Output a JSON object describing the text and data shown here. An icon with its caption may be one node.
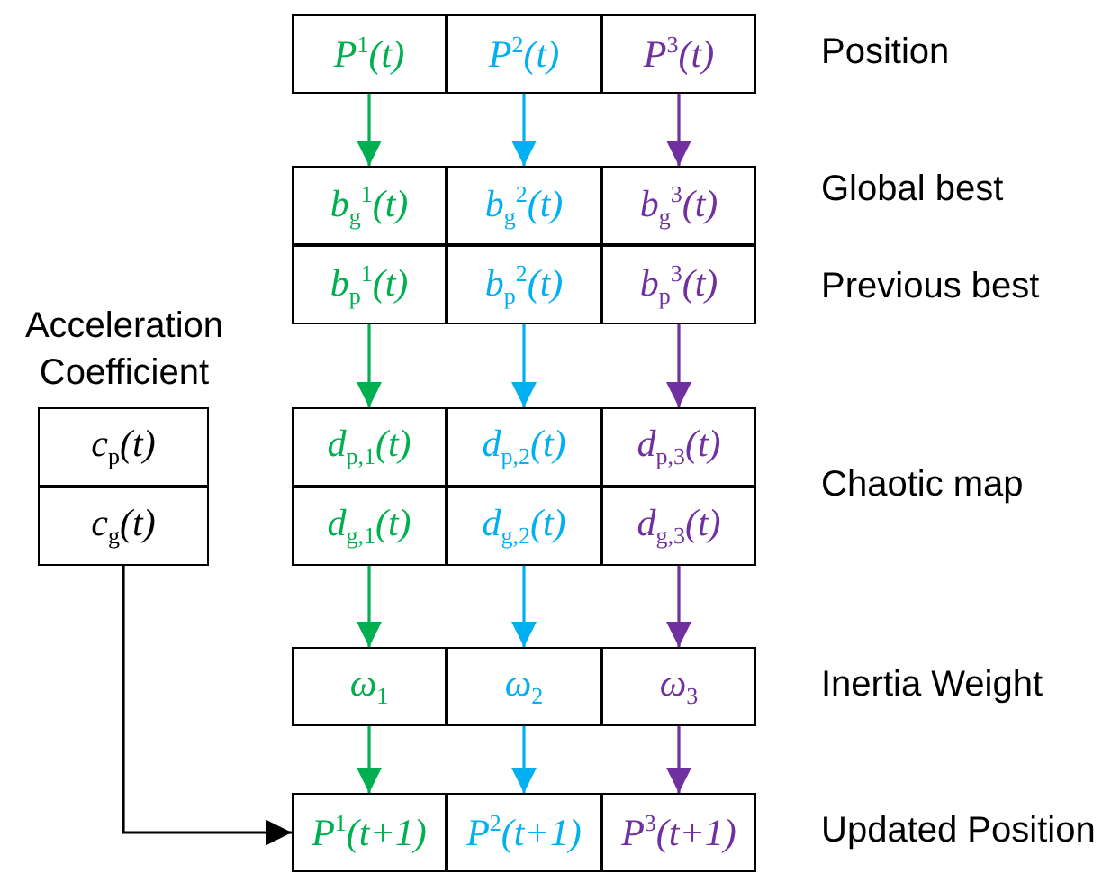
{
  "diagram": {
    "nodes": [
      {
        "text": [
          "P$^{1}$(t)"
        ]
      },
      {
        "text": [
          "P$^{2}$(t)"
        ]
      },
      {
        "text": [
          "P$^{3}$(t)"
        ]
      },
      {
        "text": [
          "b$_{g}$$^{1}$(t)"
        ]
      },
      {
        "text": [
          "b$_{g}$$^{2}$(t)"
        ]
      },
      {
        "text": [
          "b$_{g}$$^{3}$(t)"
        ]
      },
      {
        "text": [
          "b$_{p}$$^{1}$(t)"
        ]
      },
      {
        "text": [
          "b$_{p}$$^{2}$(t)"
        ]
      },
      {
        "text": [
          "b$_{p}$$^{3}$(t)"
        ]
      },
      {
        "text": [
          "c$_{p}$(t)"
        ]
      },
      {
        "text": [
          "c$_{g}$(t)"
        ]
      },
      {
        "text": [
          "d$_{p,1}$(t)"
        ]
      },
      {
        "text": [
          "d$_{p,2}$(t)"
        ]
      },
      {
        "text": [
          "d$_{p,3}$(t)"
        ]
      },
      {
        "text": [
          "d$_{g,1}$(t)"
        ]
      },
      {
        "text": [
          "d$_{g,2}$(t)"
        ]
      },
      {
        "text": [
          "d$_{g,3}$(t)"
        ]
      },
      {
        "text": [
          "ω$_{1}$"
        ]
      },
      {
        "text": [
          "ω$_{2}$"
        ]
      },
      {
        "text": [
          "ω$_{3}$"
        ]
      },
      {
        "text": [
          "P$^{1}$(t+1)"
        ]
      },
      {
        "text": [
          "P$^{2}$(t+1)"
        ]
      },
      {
        "text": [
          "P$^{3}$(t+1)"
        ]
      }
    ],
    "edges": [
      {
        "from": 0,
        "to": 3,
        "arrow": "to",
        "color": "#00b050"
      },
      {
        "from": 1,
        "to": 4,
        "arrow": "to",
        "color": "#00b0f0"
      },
      {
        "from": 2,
        "to": 5,
        "arrow": "to",
        "color": "#7030a0"
      },
      {
        "from": 6,
        "to": 11,
        "arrow": "to",
        "color": "#00b050"
      },
      {
        "from": 7,
        "to": 12,
        "arrow": "to",
        "color": "#00b0f0"
      },
      {
        "from": 8,
        "to": 13,
        "arrow": "to",
        "color": "#7030a0"
      },
      {
        "from": 14,
        "to": 17,
        "arrow": "to",
        "color": "#00b050"
      },
      {
        "from": 15,
        "to": 18,
        "arrow": "to",
        "color": "#00b0f0"
      },
      {
        "from": 16,
        "to": 19,
        "arrow": "to",
        "color": "#7030a0"
      },
      {
        "from": 17,
        "to": 20,
        "arrow": "to",
        "color": "#00b050"
      },
      {
        "from": 18,
        "to": 21,
        "arrow": "to",
        "color": "#00b0f0"
      },
      {
        "from": 19,
        "to": 22,
        "arrow": "to",
        "color": "#7030a0"
      },
      {
        "from": 10,
        "to": 20,
        "arrow": "to",
        "color": "#000000"
      }
    ],
    "labels": [
      "Position",
      "Global best",
      "Previous best",
      "Acceleration Coefficient",
      "Chaotic map",
      "Inertia Weight",
      "Updated Position"
    ]
  }
}
